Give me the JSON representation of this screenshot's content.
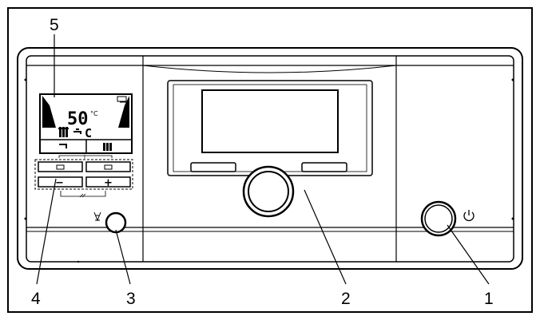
{
  "callouts": {
    "label_1": "1",
    "label_2": "2",
    "label_3": "3",
    "label_4": "4",
    "label_5": "5"
  },
  "display": {
    "temperature_value": "50",
    "temperature_unit": "°C",
    "mode_letter": "C"
  },
  "buttons": {
    "minus_label": "−",
    "plus_label": "+",
    "info_label": "i"
  },
  "icons": {
    "power": "power-icon",
    "chimney_sweep": "chimney-sweep-icon",
    "heating": "radiator-icon",
    "hot_water": "tap-icon"
  }
}
